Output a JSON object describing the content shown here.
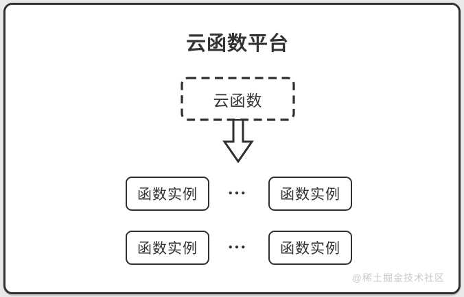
{
  "diagram": {
    "title": "云函数平台",
    "cloud_function": {
      "label": "云函数"
    },
    "arrow": {
      "direction": "down",
      "style": "hollow-outline"
    },
    "instance_grid": {
      "rows": [
        {
          "cells": [
            "函数实例",
            "函数实例"
          ],
          "separator": "•••"
        },
        {
          "cells": [
            "函数实例",
            "函数实例"
          ],
          "separator": "•••"
        }
      ]
    }
  },
  "watermark": {
    "text": "@稀土掘金技术社区"
  },
  "colors": {
    "stroke": "#2f2f2f",
    "text": "#333333",
    "card_background": "#ffffff",
    "page_background": "#e9e9e9",
    "watermark_text": "#c9c9c9"
  }
}
